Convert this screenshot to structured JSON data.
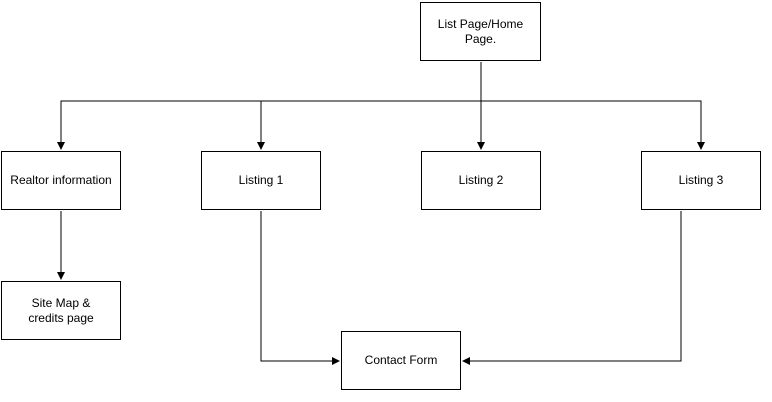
{
  "diagram": {
    "nodes": {
      "home": "List Page/Home Page.",
      "realtor": "Realtor information",
      "listing1": "Listing 1",
      "listing2": "Listing 2",
      "listing3": "Listing 3",
      "sitemap": "Site Map & credits page",
      "contact": "Contact Form"
    },
    "edges": [
      {
        "from": "home",
        "to": "realtor"
      },
      {
        "from": "home",
        "to": "listing1"
      },
      {
        "from": "home",
        "to": "listing2"
      },
      {
        "from": "home",
        "to": "listing3"
      },
      {
        "from": "realtor",
        "to": "sitemap"
      },
      {
        "from": "listing1",
        "to": "contact"
      },
      {
        "from": "listing3",
        "to": "contact"
      }
    ],
    "colors": {
      "stroke": "#000000",
      "fill": "#ffffff"
    }
  }
}
